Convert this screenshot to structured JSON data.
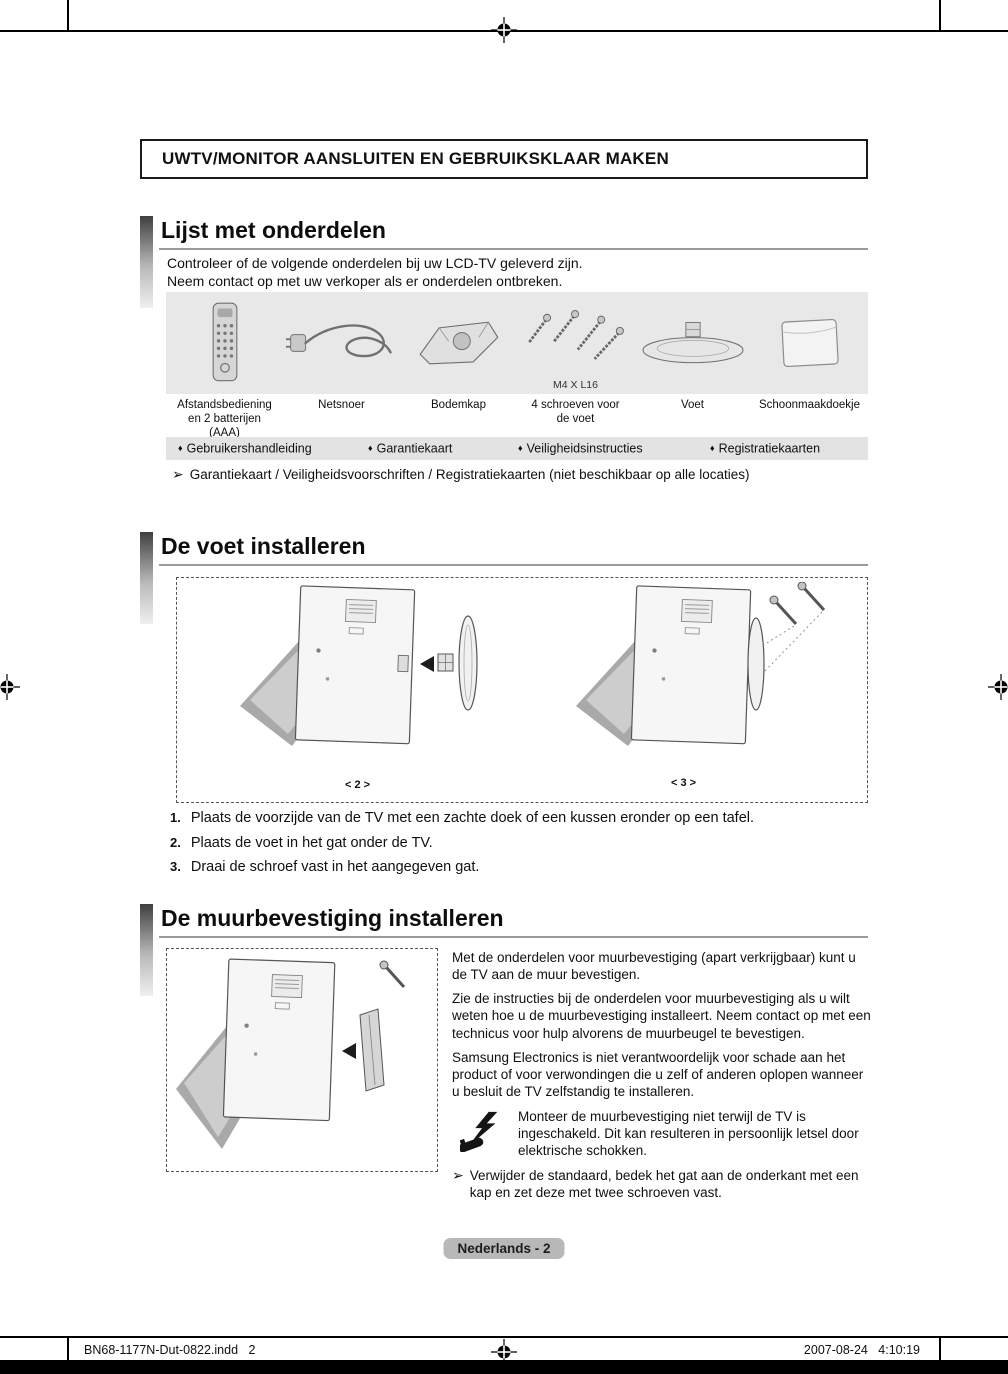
{
  "glyphs": {
    "diamond": "♦",
    "arrow": "➢"
  },
  "page": {
    "header_title": "UWTV/MONITOR AANSLUITEN EN GEBRUIKSKLAAR MAKEN",
    "footer_badge": "Nederlands - 2",
    "print_left": "BN68-1177N-Dut-0822.indd   2",
    "print_right": "2007-08-24   4:10:19"
  },
  "parts_section": {
    "title": "Lijst met onderdelen",
    "intro_line1": "Controleer of de volgende onderdelen bij uw LCD-TV geleverd zijn.",
    "intro_line2": "Neem contact op met uw verkoper als er onderdelen ontbreken.",
    "screw_size_label": "M4 X L16",
    "items": [
      {
        "icon": "remote-control-icon",
        "label": "Afstandsbediening en 2 batterijen (AAA)"
      },
      {
        "icon": "power-cord-icon",
        "label": "Netsnoer"
      },
      {
        "icon": "bottom-cover-icon",
        "label": "Bodemkap"
      },
      {
        "icon": "stand-screws-icon",
        "label": "4 schroeven voor de voet"
      },
      {
        "icon": "stand-base-icon",
        "label": "Voet"
      },
      {
        "icon": "cleaning-cloth-icon",
        "label": "Schoonmaakdoekje"
      }
    ],
    "extra_items": [
      "Gebruikershandleiding",
      "Garantiekaart",
      "Veiligheidsinstructies",
      "Registratiekaarten"
    ],
    "note": "Garantiekaart / Veiligheidsvoorschriften / Registratiekaarten (niet beschikbaar op alle locaties)"
  },
  "stand_section": {
    "title": "De voet installeren",
    "fig2_caption": "< 2 >",
    "fig3_caption": "< 3 >",
    "steps": [
      {
        "num": "1.",
        "text": "Plaats de voorzijde van de TV met een zachte doek of een kussen eronder op een tafel."
      },
      {
        "num": "2.",
        "text": "Plaats de voet in het gat onder de TV."
      },
      {
        "num": "3.",
        "text": "Draai de schroef vast in het aangegeven gat."
      }
    ]
  },
  "wall_section": {
    "title": "De muurbevestiging installeren",
    "para1": "Met de onderdelen voor muurbevestiging (apart verkrijgbaar) kunt u de TV aan de muur bevestigen.",
    "para2": "Zie de instructies bij de onderdelen voor muurbevestiging als u wilt weten hoe u de muurbevestiging installeert. Neem contact op met een technicus voor hulp alvorens de muurbeugel te bevestigen.",
    "para3": "Samsung Electronics is niet verantwoordelijk voor schade aan het product of voor verwondingen die u zelf of anderen oplopen wanneer u besluit de TV zelfstandig te installeren.",
    "warning_text": "Monteer de muurbevestiging niet terwijl de TV is ingeschakeld. Dit kan resulteren in persoonlijk letsel door elektrische schokken.",
    "note": "Verwijder de standaard, bedek het gat aan de onderkant met een kap en zet deze met twee schroeven vast."
  }
}
